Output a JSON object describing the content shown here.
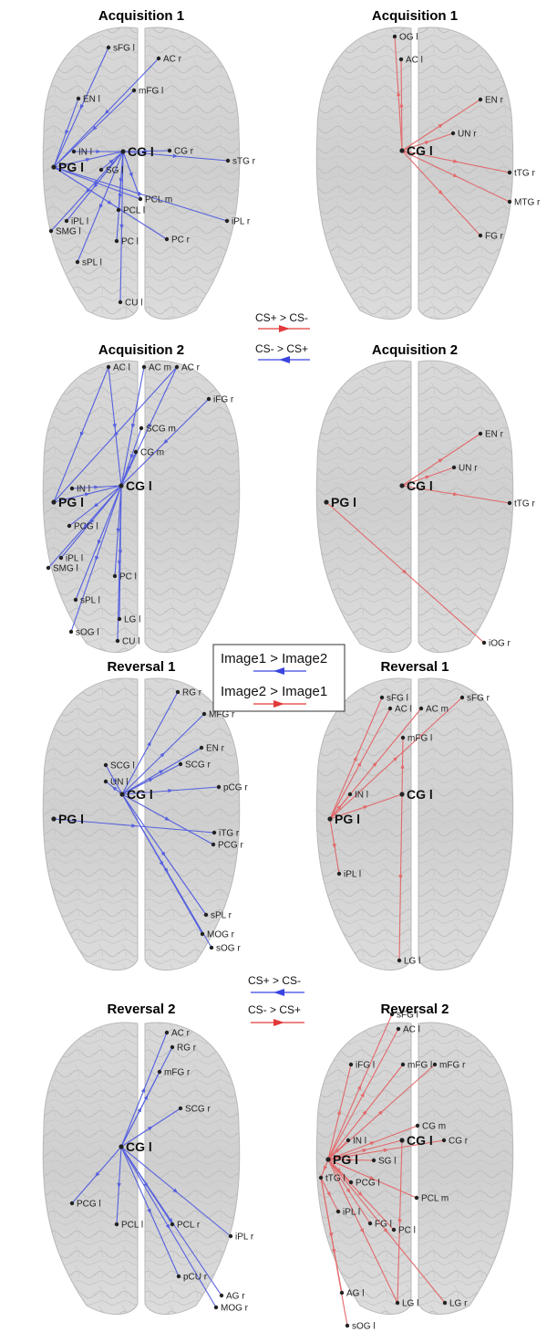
{
  "panels": [
    {
      "id": "p1",
      "title": "Acquisition 1",
      "color": "blue",
      "nodes": [
        [
          "sFG l",
          119,
          52
        ],
        [
          "AC r",
          174,
          64
        ],
        [
          "EN l",
          86,
          108
        ],
        [
          "mFG l",
          147,
          99
        ],
        [
          "IN l",
          81,
          166
        ],
        [
          "CG l",
          135,
          166
        ],
        [
          "CG r",
          186,
          165
        ],
        [
          "sTG r",
          250,
          176
        ],
        [
          "PG l",
          59,
          183
        ],
        [
          "SG l",
          111,
          186
        ],
        [
          "PCL m",
          154,
          218
        ],
        [
          "PCL l",
          130,
          230
        ],
        [
          "iPL r",
          249,
          242
        ],
        [
          "iPL l",
          73,
          242
        ],
        [
          "SMG l",
          56,
          253
        ],
        [
          "PC l",
          128,
          264
        ],
        [
          "PC r",
          183,
          262
        ],
        [
          "sPL l",
          85,
          287
        ],
        [
          "CU l",
          132,
          331
        ]
      ],
      "edges": [
        [
          "sFG l",
          "PG l"
        ],
        [
          "AC r",
          "PG l"
        ],
        [
          "EN l",
          "PG l"
        ],
        [
          "mFG l",
          "PG l"
        ],
        [
          "IN l",
          "CG l"
        ],
        [
          "CG l",
          "CG r"
        ],
        [
          "CG l",
          "sTG r"
        ],
        [
          "PG l",
          "CG l"
        ],
        [
          "CG l",
          "iPL l"
        ],
        [
          "CG l",
          "SMG l"
        ],
        [
          "CG l",
          "PCL m"
        ],
        [
          "CG l",
          "PCL l"
        ],
        [
          "PG l",
          "iPL r"
        ],
        [
          "PG l",
          "PC r"
        ],
        [
          "PG l",
          "PCL m"
        ],
        [
          "SG l",
          "CG l"
        ],
        [
          "CG l",
          "sPL l"
        ],
        [
          "CG l",
          "CU l"
        ],
        [
          "CG l",
          "PC l"
        ]
      ]
    },
    {
      "id": "p2",
      "title": "Acquisition 1",
      "color": "red",
      "nodes": [
        [
          "OG l",
          433,
          40
        ],
        [
          "AC l",
          440,
          65
        ],
        [
          "EN r",
          527,
          109
        ],
        [
          "UN r",
          497,
          146
        ],
        [
          "CG l",
          441,
          165
        ],
        [
          "tTG r",
          559,
          189
        ],
        [
          "MTG r",
          559,
          221
        ],
        [
          "FG r",
          527,
          258
        ]
      ],
      "edges": [
        [
          "CG l",
          "OG l"
        ],
        [
          "CG l",
          "AC l"
        ],
        [
          "CG l",
          "EN r"
        ],
        [
          "CG l",
          "UN r"
        ],
        [
          "CG l",
          "tTG r"
        ],
        [
          "CG l",
          "MTG r"
        ],
        [
          "CG l",
          "FG r"
        ]
      ]
    },
    {
      "id": "p3",
      "title": "Acquisition 2",
      "color": "blue",
      "nodes": [
        [
          "AC l",
          119,
          402
        ],
        [
          "AC m",
          158,
          402
        ],
        [
          "AC r",
          194,
          402
        ],
        [
          "iFG r",
          229,
          437
        ],
        [
          "SCG m",
          155,
          469
        ],
        [
          "CG m",
          149,
          495
        ],
        [
          "IN l",
          79,
          535
        ],
        [
          "CG l",
          133,
          532
        ],
        [
          "PG l",
          59,
          550
        ],
        [
          "PCG l",
          76,
          576
        ],
        [
          "iPL l",
          67,
          611
        ],
        [
          "SMG l",
          53,
          622
        ],
        [
          "PC l",
          126,
          631
        ],
        [
          "sPL l",
          83,
          657
        ],
        [
          "LG l",
          131,
          678
        ],
        [
          "sOG l",
          78,
          692
        ],
        [
          "CU l",
          129,
          702
        ]
      ],
      "edges": [
        [
          "AC l",
          "CG l"
        ],
        [
          "AC m",
          "CG l"
        ],
        [
          "AC r",
          "CG l"
        ],
        [
          "AC r",
          "PG l"
        ],
        [
          "iFG r",
          "CG l"
        ],
        [
          "SCG m",
          "CG l"
        ],
        [
          "CG m",
          "CG l"
        ],
        [
          "IN l",
          "CG l"
        ],
        [
          "PG l",
          "CG l"
        ],
        [
          "CG l",
          "PCG l"
        ],
        [
          "CG l",
          "iPL l"
        ],
        [
          "CG l",
          "SMG l"
        ],
        [
          "CG l",
          "PC l"
        ],
        [
          "CG l",
          "sPL l"
        ],
        [
          "CG l",
          "LG l"
        ],
        [
          "CG l",
          "sOG l"
        ],
        [
          "CG l",
          "CU l"
        ],
        [
          "AC l",
          "PG l"
        ]
      ]
    },
    {
      "id": "p4",
      "title": "Acquisition 2",
      "color": "red",
      "nodes": [
        [
          "EN r",
          527,
          475
        ],
        [
          "UN r",
          498,
          512
        ],
        [
          "CG l",
          441,
          532
        ],
        [
          "PG l",
          358,
          550
        ],
        [
          "tTG r",
          559,
          551
        ],
        [
          "iOG r",
          531,
          704
        ]
      ],
      "edges": [
        [
          "CG l",
          "EN r"
        ],
        [
          "CG l",
          "UN r"
        ],
        [
          "CG l",
          "tTG r"
        ],
        [
          "PG l",
          "iOG r"
        ]
      ]
    },
    {
      "id": "p5",
      "title": "Reversal 1",
      "color": "blue",
      "nodes": [
        [
          "RG r",
          195,
          758
        ],
        [
          "MFG r",
          224,
          782
        ],
        [
          "EN r",
          221,
          819
        ],
        [
          "SCG l",
          116,
          838
        ],
        [
          "SCG r",
          198,
          837
        ],
        [
          "UN l",
          116,
          856
        ],
        [
          "CG l",
          134,
          870
        ],
        [
          "pCG r",
          240,
          862
        ],
        [
          "PG l",
          59,
          897
        ],
        [
          "iTG r",
          235,
          912
        ],
        [
          "PCG r",
          234,
          925
        ],
        [
          "sPL r",
          226,
          1002
        ],
        [
          "MOG r",
          222,
          1023
        ],
        [
          "sOG r",
          232,
          1038
        ]
      ],
      "edges": [
        [
          "CG l",
          "RG r"
        ],
        [
          "CG l",
          "MFG r"
        ],
        [
          "CG l",
          "EN r"
        ],
        [
          "CG l",
          "SCG l"
        ],
        [
          "CG l",
          "SCG r"
        ],
        [
          "CG l",
          "UN l"
        ],
        [
          "CG l",
          "pCG r"
        ],
        [
          "PG l",
          "iTG r"
        ],
        [
          "CG l",
          "PCG r"
        ],
        [
          "CG l",
          "sPL r"
        ],
        [
          "CG l",
          "MOG r"
        ],
        [
          "CG l",
          "sOG r"
        ]
      ]
    },
    {
      "id": "p6",
      "title": "Reversal 1",
      "color": "red",
      "nodes": [
        [
          "sFG l",
          419,
          764
        ],
        [
          "AC l",
          428,
          776
        ],
        [
          "AC m",
          462,
          776
        ],
        [
          "sFG r",
          507,
          764
        ],
        [
          "mFG l",
          442,
          808
        ],
        [
          "IN l",
          384,
          870
        ],
        [
          "CG l",
          441,
          870
        ],
        [
          "PG l",
          362,
          897
        ],
        [
          "iPL l",
          372,
          957
        ],
        [
          "LG l",
          438,
          1052
        ]
      ],
      "edges": [
        [
          "PG l",
          "sFG l"
        ],
        [
          "PG l",
          "AC l"
        ],
        [
          "PG l",
          "AC m"
        ],
        [
          "PG l",
          "sFG r"
        ],
        [
          "CG l",
          "mFG l"
        ],
        [
          "PG l",
          "IN l"
        ],
        [
          "PG l",
          "CG l"
        ],
        [
          "PG l",
          "iPL l"
        ],
        [
          "CG l",
          "LG l"
        ]
      ]
    },
    {
      "id": "p7",
      "title": "Reversal 2",
      "color": "blue",
      "nodes": [
        [
          "AC r",
          183,
          1131
        ],
        [
          "RG r",
          189,
          1147
        ],
        [
          "mFG r",
          175,
          1174
        ],
        [
          "SCG r",
          198,
          1214
        ],
        [
          "CG l",
          133,
          1256
        ],
        [
          "PCG l",
          79,
          1318
        ],
        [
          "PCL l",
          128,
          1341
        ],
        [
          "PCL r",
          189,
          1341
        ],
        [
          "iPL r",
          253,
          1354
        ],
        [
          "pCU r",
          196,
          1398
        ],
        [
          "AG r",
          243,
          1419
        ],
        [
          "MOG r",
          237,
          1432
        ]
      ],
      "edges": [
        [
          "CG l",
          "AC r"
        ],
        [
          "CG l",
          "RG r"
        ],
        [
          "CG l",
          "mFG r"
        ],
        [
          "CG l",
          "SCG r"
        ],
        [
          "CG l",
          "PCG l"
        ],
        [
          "CG l",
          "PCL l"
        ],
        [
          "CG l",
          "PCL r"
        ],
        [
          "CG l",
          "iPL r"
        ],
        [
          "CG l",
          "pCU r"
        ],
        [
          "CG l",
          "AG r"
        ],
        [
          "CG l",
          "MOG r"
        ]
      ]
    },
    {
      "id": "p8",
      "title": "Reversal 2",
      "color": "red",
      "nodes": [
        [
          "sFG l",
          430,
          1111
        ],
        [
          "AC l",
          437,
          1127
        ],
        [
          "iFG l",
          385,
          1166
        ],
        [
          "mFG l",
          442,
          1166
        ],
        [
          "mFG r",
          477,
          1166
        ],
        [
          "CG m",
          458,
          1233
        ],
        [
          "IN l",
          382,
          1249
        ],
        [
          "CG l",
          441,
          1249
        ],
        [
          "CG r",
          487,
          1249
        ],
        [
          "PG l",
          360,
          1270
        ],
        [
          "SG l",
          410,
          1271
        ],
        [
          "tTG l",
          352,
          1290
        ],
        [
          "PCG l",
          385,
          1295
        ],
        [
          "PCL m",
          457,
          1312
        ],
        [
          "iPL l",
          371,
          1327
        ],
        [
          "FG l",
          406,
          1340
        ],
        [
          "PC l",
          432,
          1347
        ],
        [
          "AG l",
          375,
          1416
        ],
        [
          "LG l",
          436,
          1427
        ],
        [
          "LG r",
          488,
          1427
        ],
        [
          "sOG l",
          381,
          1452
        ]
      ],
      "edges": [
        [
          "PG l",
          "sFG l"
        ],
        [
          "PG l",
          "AC l"
        ],
        [
          "PG l",
          "iFG l"
        ],
        [
          "PG l",
          "mFG l"
        ],
        [
          "PG l",
          "mFG r"
        ],
        [
          "PG l",
          "CG m"
        ],
        [
          "PG l",
          "IN l"
        ],
        [
          "PG l",
          "CG l"
        ],
        [
          "PG l",
          "CG r"
        ],
        [
          "PG l",
          "SG l"
        ],
        [
          "PG l",
          "PCG l"
        ],
        [
          "PG l",
          "PCL m"
        ],
        [
          "PG l",
          "FG l"
        ],
        [
          "PG l",
          "PC l"
        ],
        [
          "PG l",
          "LG l"
        ],
        [
          "PG l",
          "LG r"
        ],
        [
          "tTG l",
          "AG l"
        ],
        [
          "tTG l",
          "sOG l"
        ],
        [
          "tTG l",
          "iPL l"
        ],
        [
          "PG l",
          "tTG l"
        ],
        [
          "CG l",
          "LG l"
        ]
      ]
    }
  ],
  "legend_top": {
    "red_label": "CS+ > CS-",
    "blue_label": "CS- > CS+"
  },
  "legend_mid": {
    "blue_label": "Image1 > Image2",
    "red_label": "Image2 > Image1"
  },
  "legend_bottom": {
    "blue_label": "CS+ > CS-",
    "red_label": "CS- > CS+"
  },
  "colors": {
    "red": "#e23a3a",
    "blue": "#3a44e0",
    "red_line": "#e2696b",
    "blue_line": "#5560df"
  }
}
